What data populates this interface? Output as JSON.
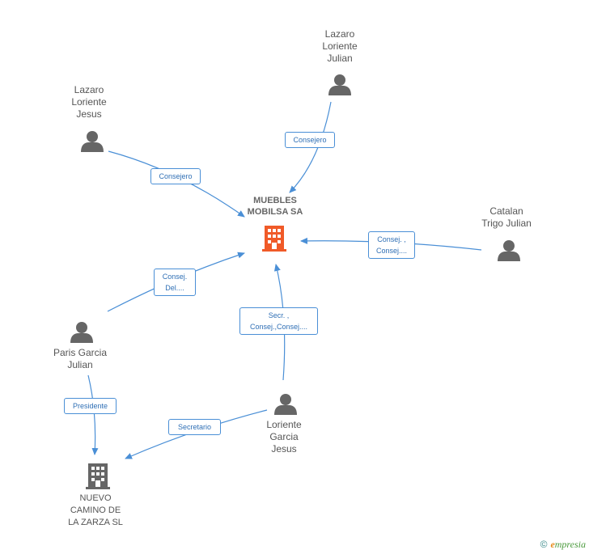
{
  "main_company": {
    "lines": [
      "MUEBLES",
      "MOBILSA SA"
    ],
    "color": "#f05a28"
  },
  "company": {
    "lines": [
      "NUEVO",
      "CAMINO DE",
      "LA ZARZA SL"
    ],
    "color": "#666666"
  },
  "persons": {
    "lazaro_julian": [
      "Lazaro",
      "Loriente",
      "Julian"
    ],
    "lazaro_jesus": [
      "Lazaro",
      "Loriente",
      "Jesus"
    ],
    "catalan": [
      "Catalan",
      "Trigo Julian"
    ],
    "paris": [
      "Paris Garcia",
      "Julian"
    ],
    "loriente_garcia": [
      "Loriente",
      "Garcia",
      "Jesus"
    ]
  },
  "edges": {
    "e1": [
      "Consejero"
    ],
    "e2": [
      "Consejero"
    ],
    "e3": [
      "Consej. ,",
      "Consej...."
    ],
    "e4": [
      "Consej.",
      "Del...."
    ],
    "e5": [
      "Secr. ,",
      "Consej.,Consej...."
    ],
    "e6": [
      "Presidente"
    ],
    "e7": [
      "Secretario"
    ]
  },
  "colors": {
    "edge": "#4a8fd6",
    "person": "#666666"
  },
  "footer": {
    "copyright": "©",
    "brand_first": "e",
    "brand_rest": "mpresia"
  }
}
